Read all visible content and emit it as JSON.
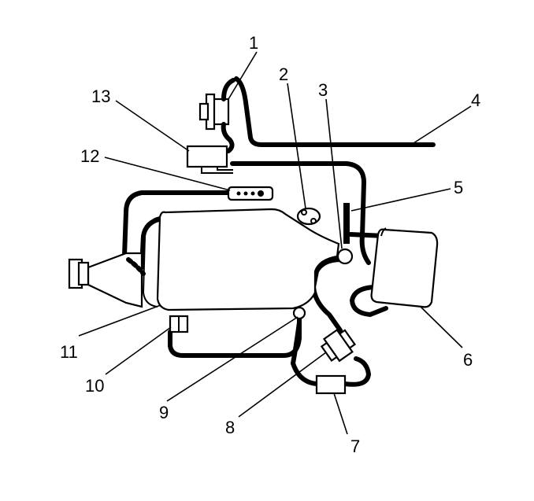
{
  "diagram": {
    "callouts": [
      {
        "id": "callout-1",
        "label": "1"
      },
      {
        "id": "callout-2",
        "label": "2"
      },
      {
        "id": "callout-3",
        "label": "3"
      },
      {
        "id": "callout-4",
        "label": "4"
      },
      {
        "id": "callout-5",
        "label": "5"
      },
      {
        "id": "callout-6",
        "label": "6"
      },
      {
        "id": "callout-7",
        "label": "7"
      },
      {
        "id": "callout-8",
        "label": "8"
      },
      {
        "id": "callout-9",
        "label": "9"
      },
      {
        "id": "callout-10",
        "label": "10"
      },
      {
        "id": "callout-11",
        "label": "11"
      },
      {
        "id": "callout-12",
        "label": "12"
      },
      {
        "id": "callout-13",
        "label": "13"
      }
    ]
  }
}
